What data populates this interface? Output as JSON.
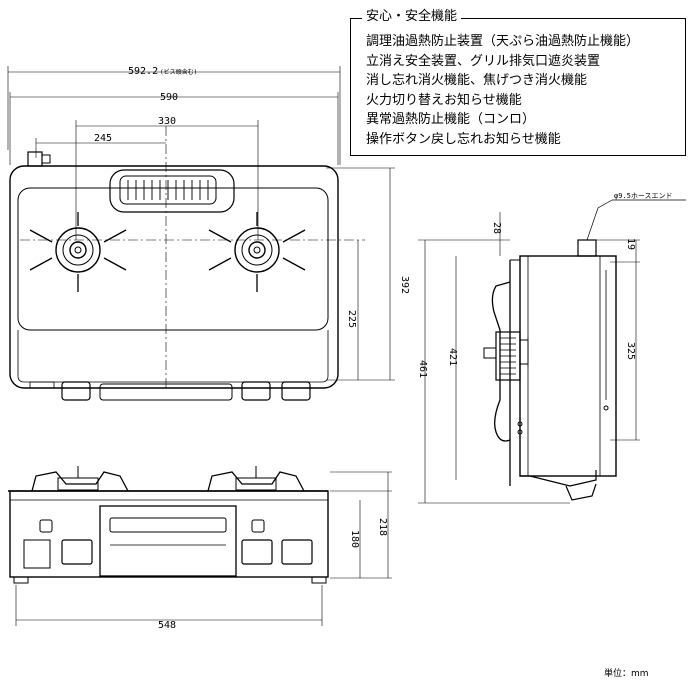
{
  "features": {
    "title": "安心・安全機能",
    "items": [
      "調理油過熱防止装置（天ぷら油過熱防止機能）",
      "立消え安全装置、グリル排気口遮炎装置",
      "消し忘れ消火機能、焦げつき消火機能",
      "火力切り替えお知らせ機能",
      "異常過熱防止機能（コンロ）",
      "操作ボタン戻し忘れお知らせ機能"
    ]
  },
  "dimensions": {
    "width_with_screws": "592.2",
    "width_with_screws_note": "(ビス頭含む)",
    "width": "590",
    "burner_pitch": "330",
    "offset_245": "245",
    "depth_392": "392",
    "depth_225": "225",
    "front_width": "548",
    "height_180": "180",
    "height_218": "218",
    "side_461": "461",
    "side_421": "421",
    "side_28": "28",
    "side_19": "19",
    "side_325": "325",
    "hose_end": "φ9.5ホースエンド"
  },
  "unit_label": "単位：mm"
}
